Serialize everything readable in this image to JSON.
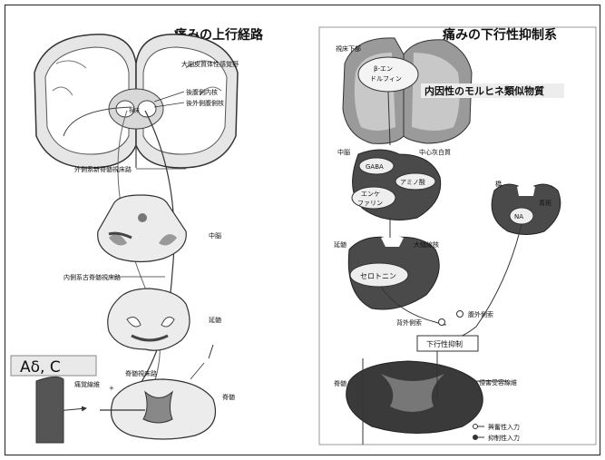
{
  "left_panel": {
    "title": "痛みの上行経路",
    "labels": {
      "cortex": "大脳皮質体性感覚野",
      "thalamus": "視床",
      "nucleus_1": "後腹側内核",
      "nucleus_2": "後外側腹側核",
      "lateral_tract": "外側系新脊髄視床路",
      "midbrain": "中脳",
      "medial_tract": "内側系古脊髄視床路",
      "medulla": "延髄",
      "spinothalamic": "脊髄視床路",
      "sensory_nerve": "痛覚線維",
      "spinal_cord": "脊髄"
    },
    "fiber_box": "Aδ, C"
  },
  "right_panel": {
    "title_main": "痛みの",
    "title_accent": "下行性抑制系",
    "labels": {
      "hypothalamus": "視床下部",
      "endorphin": "β-エン\nドルフィン",
      "endogenous": "内因性のモルヒネ類似物質",
      "midbrain": "中脳",
      "pag": "中心灰白質",
      "gaba": "GABA",
      "amino": "アミノ酸",
      "enkephalin": "エンケ\nファリン",
      "pons": "橋",
      "locus": "青斑",
      "na": "NA",
      "medulla": "延髄",
      "raphe": "大縫線核",
      "serotonin": "セロトニン",
      "dorsolateral": "背外側索",
      "ventrolateral": "腹外側索",
      "descending": "下行性抑制",
      "spinal_cord": "脊髄",
      "nociceptor": "侵害受容線維",
      "excitatory": "興奮性入力",
      "inhibitory": "抑制性入力"
    },
    "accent_color": "#6a6a6a"
  }
}
